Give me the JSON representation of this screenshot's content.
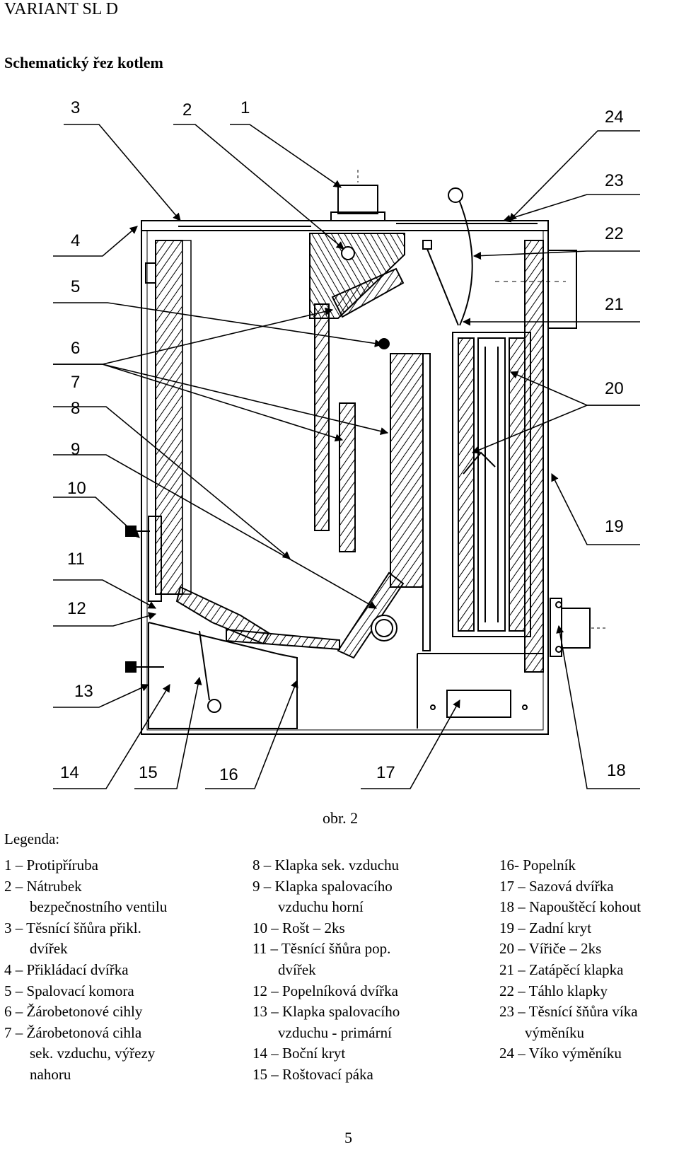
{
  "header": {
    "variant": "VARIANT SL D"
  },
  "title": "Schematický řez kotlem",
  "figure": {
    "caption": "obr. 2",
    "callouts": [
      "1",
      "2",
      "3",
      "4",
      "5",
      "6",
      "7",
      "8",
      "9",
      "10",
      "11",
      "12",
      "13",
      "14",
      "15",
      "16",
      "17",
      "18",
      "19",
      "20",
      "21",
      "22",
      "23",
      "24"
    ]
  },
  "legend": {
    "title": "Legenda:",
    "col1": [
      "1 – Protipříruba",
      "2 – Nátrubek",
      "bezpečnostního ventilu",
      "3 – Těsnící šňůra přikl.",
      "dvířek",
      "4 – Přikládací dvířka",
      "5 – Spalovací komora",
      "6 – Žárobetonové cihly",
      "7 – Žárobetonová cihla",
      "sek. vzduchu, výřezy",
      "nahoru"
    ],
    "col2": [
      "8 – Klapka sek. vzduchu",
      "9 – Klapka spalovacího",
      "vzduchu horní",
      "10 – Rošt – 2ks",
      "11 – Těsnící šňůra pop.",
      "dvířek",
      "12 – Popelníková dvířka",
      "13 – Klapka spalovacího",
      "vzduchu - primární",
      "14 – Boční kryt",
      "15 – Roštovací páka"
    ],
    "col3": [
      "16- Popelník",
      "17 – Sazová dvířka",
      "18 – Napouštěcí kohout",
      "19 – Zadní kryt",
      "20 – Vířiče – 2ks",
      "21 – Zatápěcí klapka",
      "22 – Táhlo klapky",
      "23 – Těsnící šňůra víka",
      "výměníku",
      "24 – Víko výměníku"
    ]
  },
  "page_number": "5"
}
